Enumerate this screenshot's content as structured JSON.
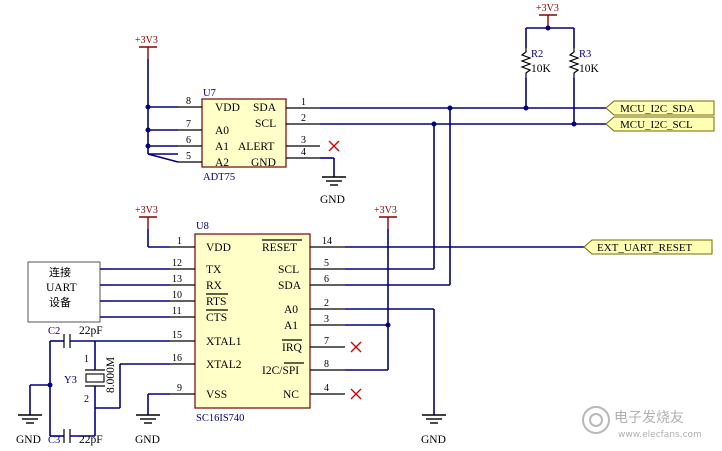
{
  "u7": {
    "ref": "U7",
    "part": "ADT75",
    "pins_left": [
      {
        "num": "8",
        "name": "VDD"
      },
      {
        "num": "7",
        "name": "A0"
      },
      {
        "num": "6",
        "name": "A1"
      },
      {
        "num": "5",
        "name": "A2"
      }
    ],
    "pins_right": [
      {
        "num": "1",
        "name": "SDA"
      },
      {
        "num": "2",
        "name": "SCL"
      },
      {
        "num": "3",
        "name": "ALERT"
      },
      {
        "num": "4",
        "name": "GND"
      }
    ]
  },
  "u8": {
    "ref": "U8",
    "part": "SC16IS740",
    "pins_left": [
      {
        "num": "1",
        "name": "VDD"
      },
      {
        "num": "12",
        "name": "TX"
      },
      {
        "num": "13",
        "name": "RX"
      },
      {
        "num": "10",
        "name": "RTS"
      },
      {
        "num": "11",
        "name": "CTS"
      },
      {
        "num": "15",
        "name": "XTAL1"
      },
      {
        "num": "16",
        "name": "XTAL2"
      },
      {
        "num": "9",
        "name": "VSS"
      }
    ],
    "pins_right": [
      {
        "num": "14",
        "name": "RESET"
      },
      {
        "num": "5",
        "name": "SCL"
      },
      {
        "num": "6",
        "name": "SDA"
      },
      {
        "num": "2",
        "name": "A0"
      },
      {
        "num": "3",
        "name": "A1"
      },
      {
        "num": "7",
        "name": "IRQ"
      },
      {
        "num": "8",
        "name": "I2C/SPI"
      },
      {
        "num": "4",
        "name": "NC"
      }
    ]
  },
  "power": {
    "vcc": "+3V3",
    "gnd": "GND"
  },
  "resistors": [
    {
      "ref": "R2",
      "value": "10K"
    },
    {
      "ref": "R3",
      "value": "10K"
    }
  ],
  "caps": [
    {
      "ref": "C2",
      "value": "22pF"
    },
    {
      "ref": "C3",
      "value": "22pF"
    }
  ],
  "crystal": {
    "ref": "Y3",
    "value": "8.000M",
    "pin1": "1",
    "pin2": "2"
  },
  "uart_device": {
    "line1": "连接",
    "line2": "UART",
    "line3": "设备"
  },
  "net_flags": {
    "sda": "MCU_I2C_SDA",
    "scl": "MCU_I2C_SCL",
    "reset": "EXT_UART_RESET"
  },
  "watermark": {
    "cn": "电子发烧友",
    "url": "www.elecfans.com"
  }
}
